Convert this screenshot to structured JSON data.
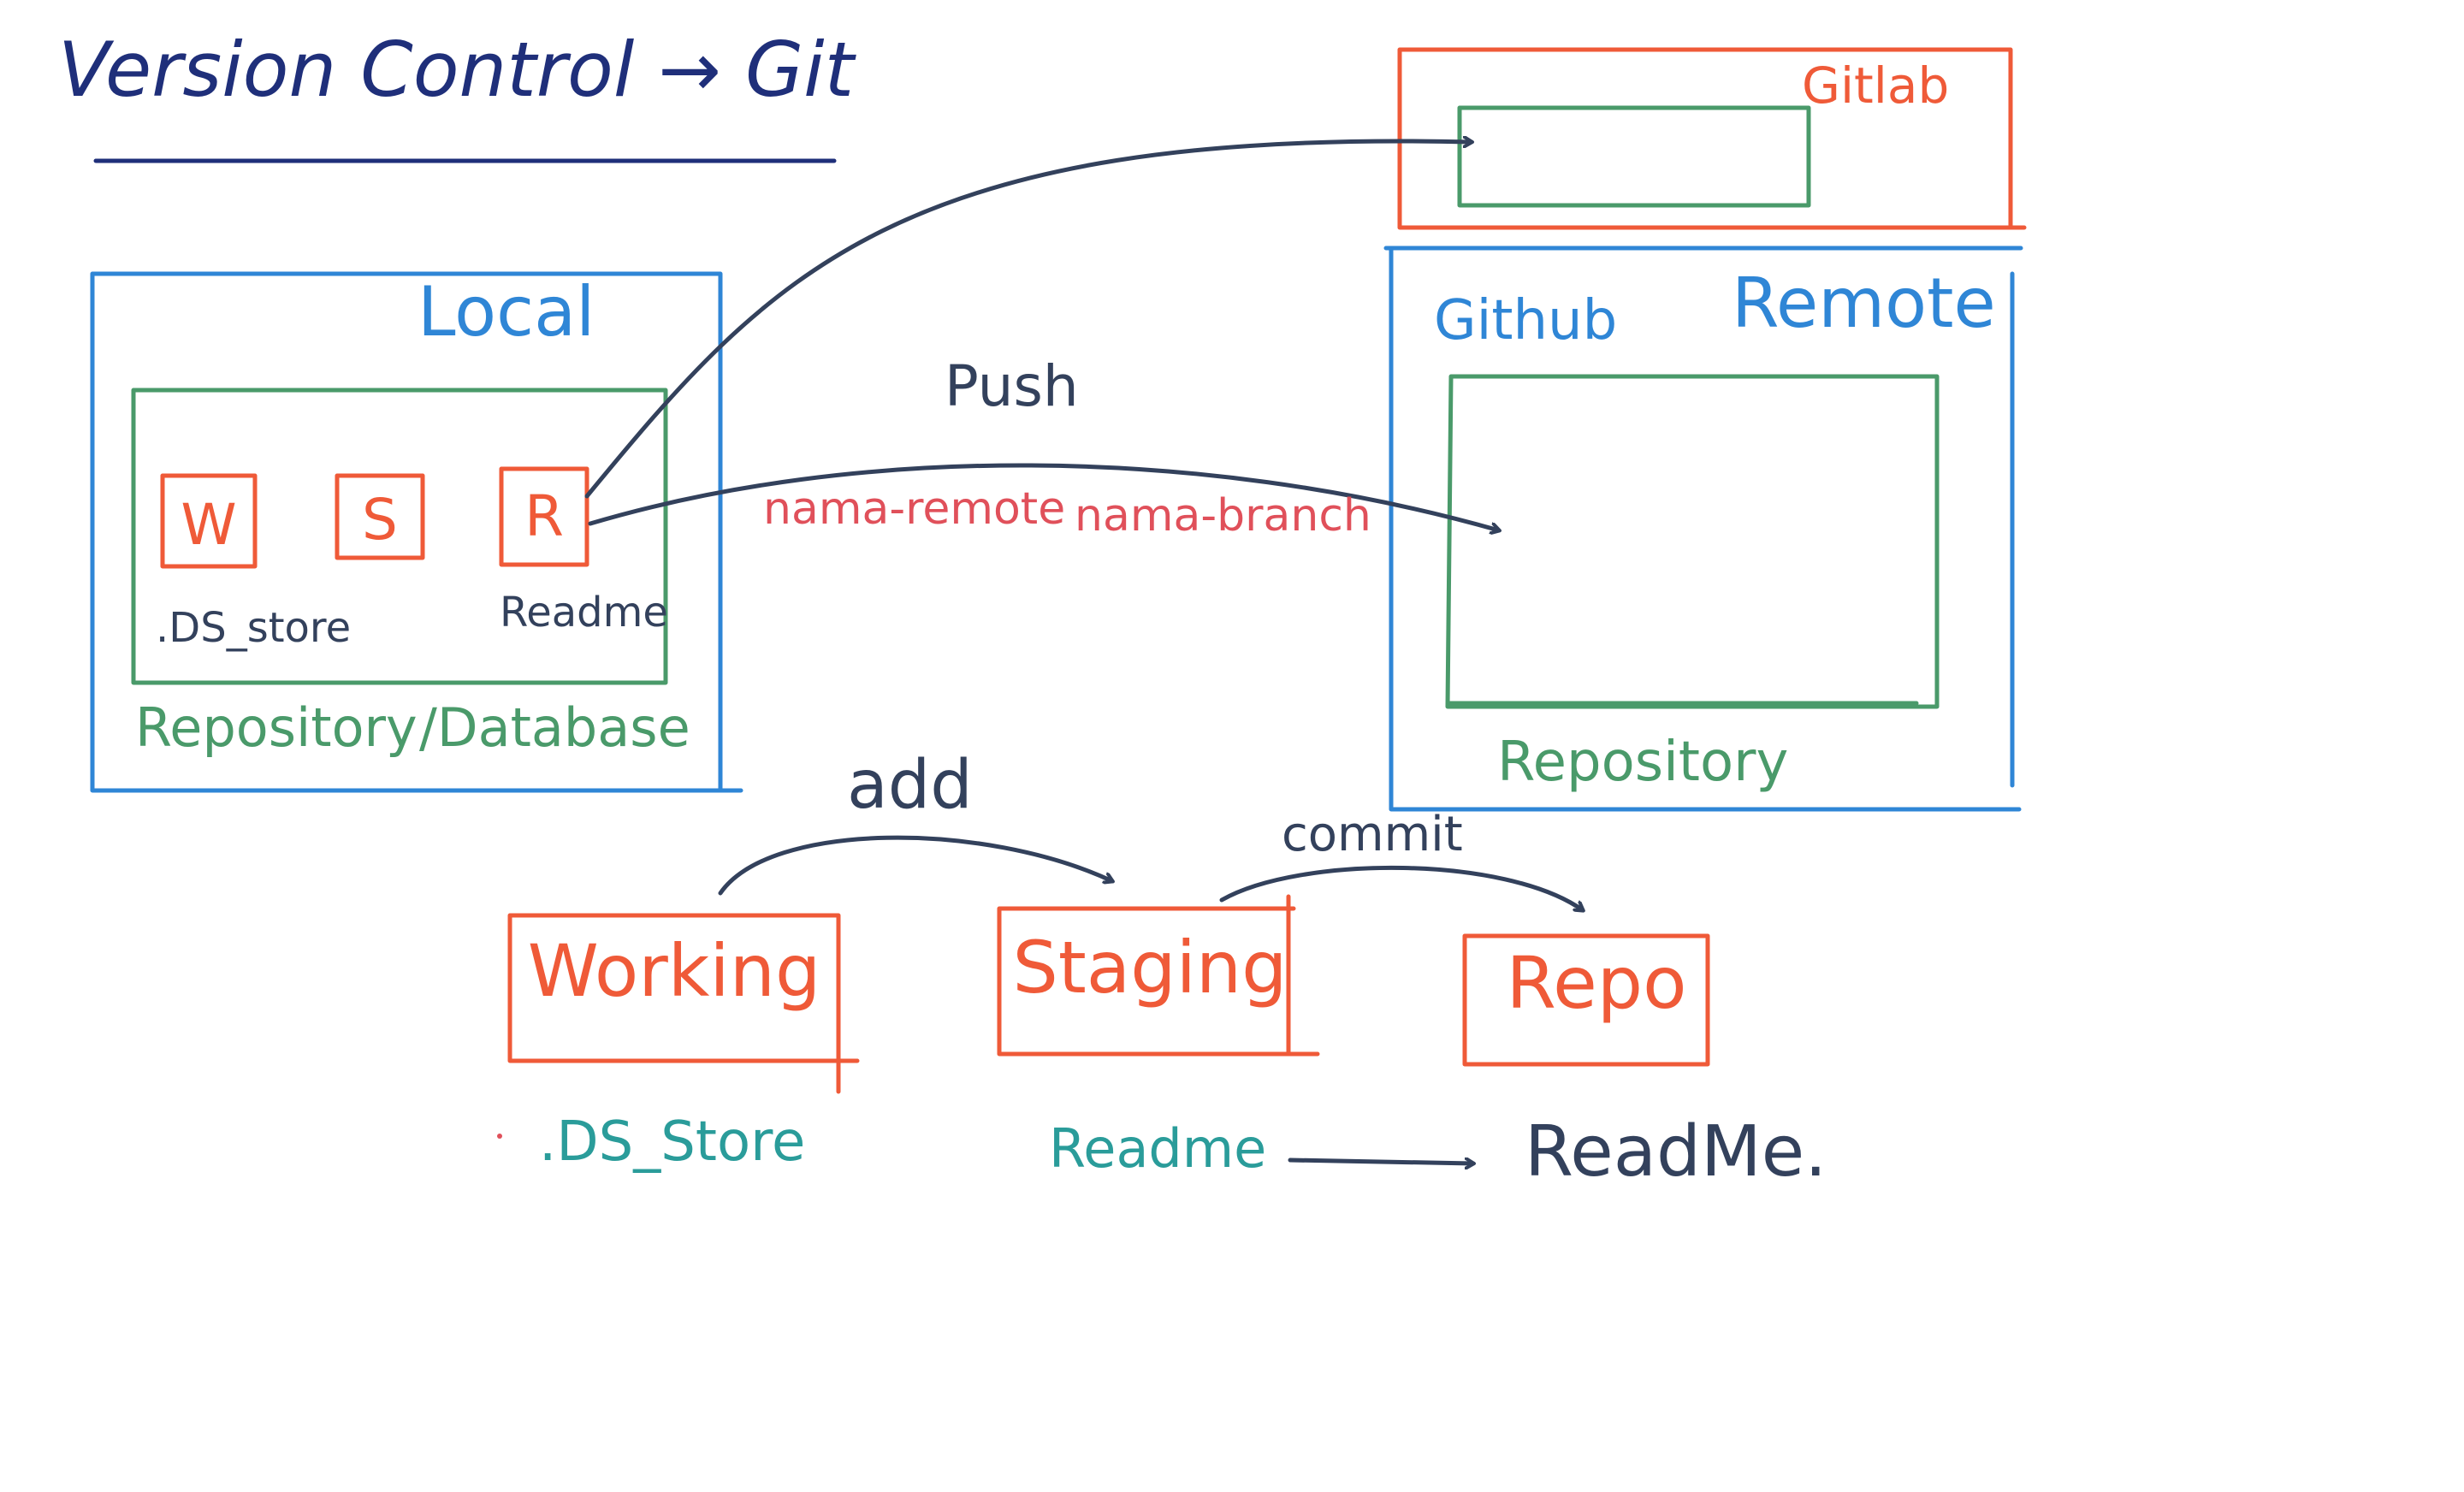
{
  "colors": {
    "navy": "#1f2f7a",
    "blue": "#2f86d6",
    "green": "#4a9a6a",
    "orange": "#ef5a38",
    "red": "#e0505a",
    "slate": "#33415c",
    "teal": "#2a9c9a"
  },
  "title": {
    "text": "Version Control → Git"
  },
  "local": {
    "label": "Local",
    "repo_label": "Repository",
    "db_label": "/Database",
    "areas": [
      {
        "letter": "W"
      },
      {
        "letter": "S"
      },
      {
        "letter": "R"
      }
    ],
    "files": {
      "ds_store": ".DS_store",
      "readme": "Readme"
    }
  },
  "remote": {
    "label": "Remote",
    "github_label": "Github",
    "repo_label": "Repository",
    "gitlab_label": "Gitlab"
  },
  "push": {
    "label": "Push",
    "remote_name": "nama-remote",
    "branch_name": "nama-branch"
  },
  "workflow": {
    "stages": [
      {
        "label": "Working",
        "file": ".DS_Store"
      },
      {
        "label": "Staging",
        "file": "Readme"
      },
      {
        "label": "Repo",
        "file": "ReadMe."
      }
    ],
    "add_label": "add",
    "commit_label": "commit"
  }
}
